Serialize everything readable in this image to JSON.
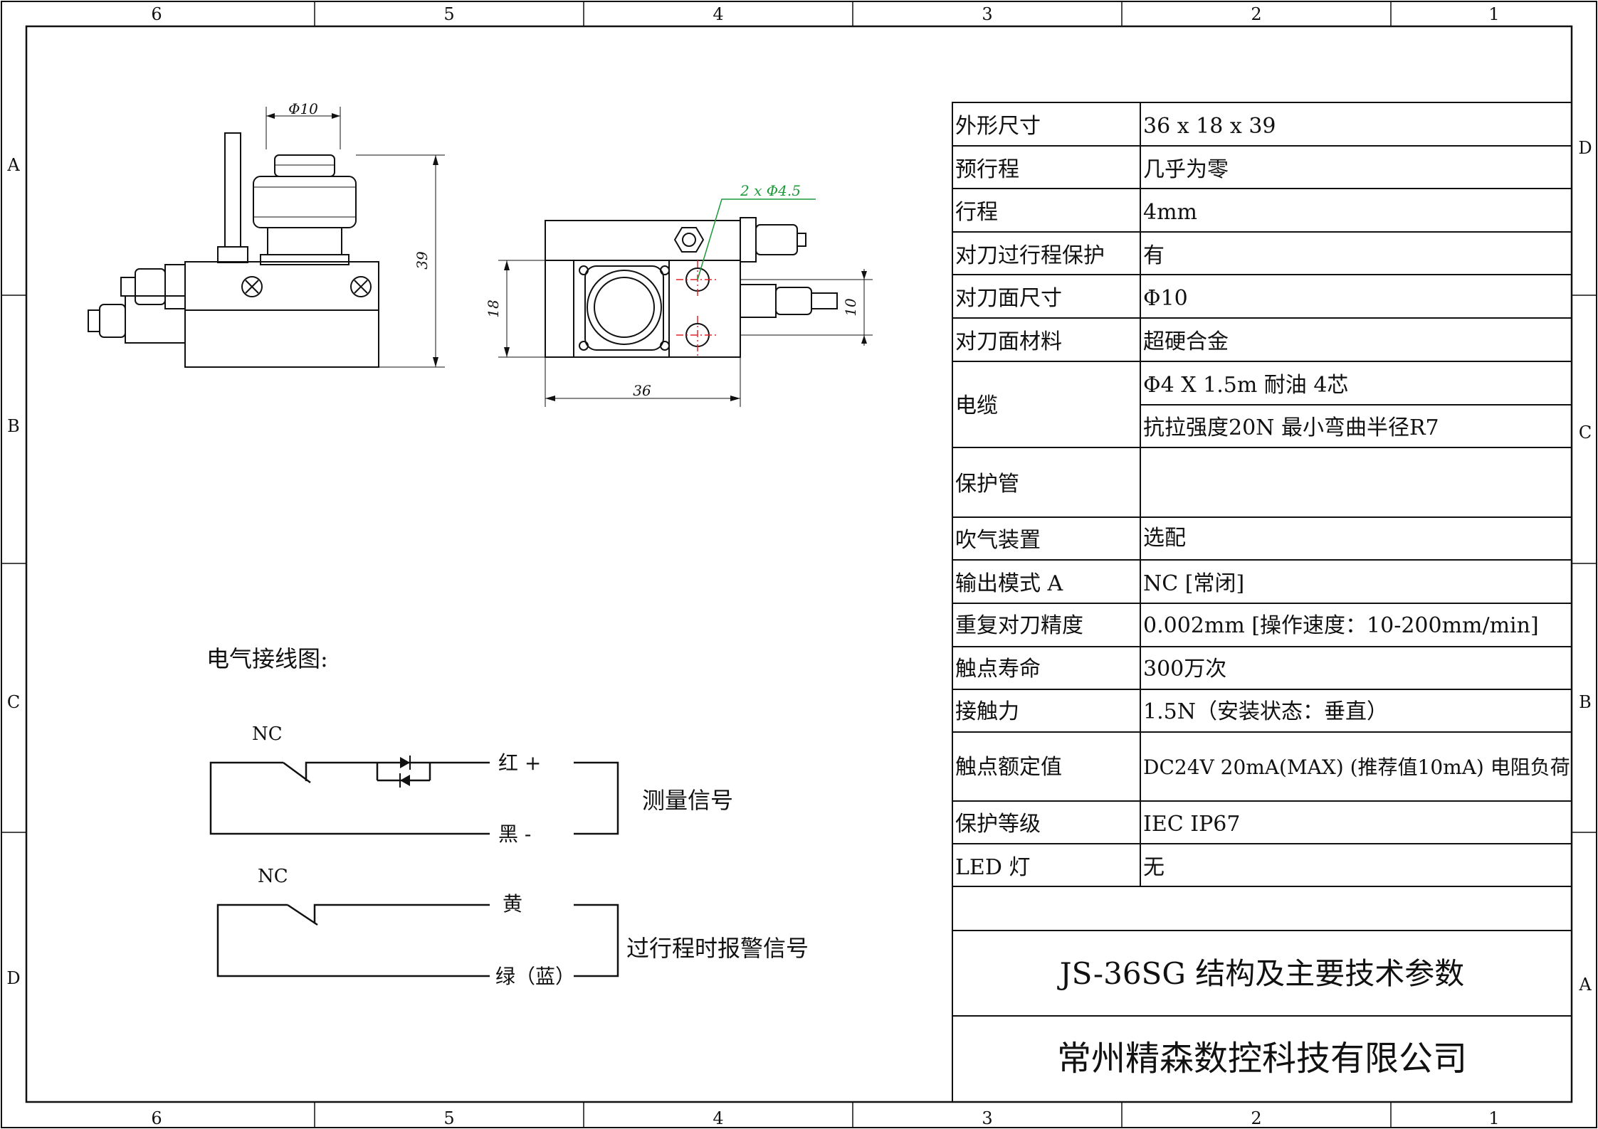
{
  "border": {
    "top_columns": [
      "6",
      "5",
      "4",
      "3",
      "2",
      "1"
    ],
    "bottom_columns": [
      "6",
      "5",
      "4",
      "3",
      "2",
      "1"
    ],
    "left_rows": [
      "A",
      "B",
      "C",
      "D"
    ],
    "right_rows": [
      "D",
      "C",
      "B",
      "A"
    ]
  },
  "dimensions": {
    "phi10": "Φ10",
    "height_39": "39",
    "width_36": "36",
    "height_18": "18",
    "spacing_10": "10",
    "holes": "2 x Φ4.5"
  },
  "spec_table": {
    "rows": [
      {
        "label": "外形尺寸",
        "value": "36 x 18 x 39"
      },
      {
        "label": "预行程",
        "value": "几乎为零"
      },
      {
        "label": "行程",
        "value": "4mm"
      },
      {
        "label": "对刀过行程保护",
        "value": "有"
      },
      {
        "label": "对刀面尺寸",
        "value": "Φ10"
      },
      {
        "label": "对刀面材料",
        "value": "超硬合金"
      },
      {
        "label": "电缆",
        "value": "Φ4 X 1.5m 耐油 4芯",
        "value2": "抗拉强度20N 最小弯曲半径R7"
      },
      {
        "label": "保护管",
        "value": ""
      },
      {
        "label": "吹气装置",
        "value": "选配"
      },
      {
        "label": "输出模式 A",
        "value": "NC [常闭]"
      },
      {
        "label": "重复对刀精度",
        "value": "0.002mm [操作速度：10-200mm/min]"
      },
      {
        "label": "触点寿命",
        "value": "300万次"
      },
      {
        "label": "接触力",
        "value": "1.5N（安装状态：垂直）"
      },
      {
        "label": "触点额定值",
        "value": "DC24V 20mA(MAX) (推荐值10mA) 电阻负荷"
      },
      {
        "label": "保护等级",
        "value": "IEC IP67"
      },
      {
        "label": "LED 灯",
        "value": "无"
      }
    ],
    "title": "JS-36SG 结构及主要技术参数",
    "company": "常州精森数控科技有限公司"
  },
  "wiring": {
    "title": "电气接线图:",
    "nc1": "NC",
    "nc2": "NC",
    "red": "红 +",
    "black": "黑 -",
    "measure_signal": "测量信号",
    "yellow": "黄",
    "green": "绿（蓝）",
    "alarm_signal": "过行程时报警信号"
  }
}
